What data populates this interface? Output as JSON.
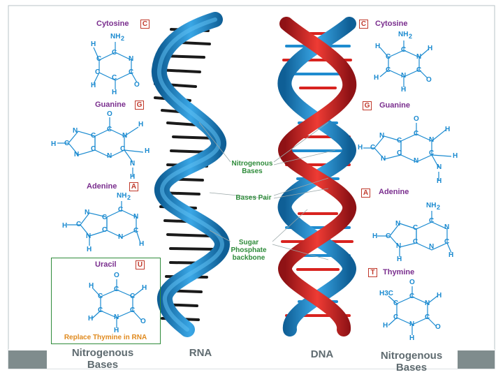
{
  "colors": {
    "blue": "#1f8ccf",
    "blue_dark": "#146da8",
    "red": "#d8231f",
    "red_dark": "#a5161a",
    "atom": "#1a8ad0",
    "purple": "#7a2e8e",
    "green": "#2e8b3a",
    "orange": "#e08a1e",
    "frame": "#7f8c8d"
  },
  "left_bases": {
    "cytosine": {
      "name": "Cytosine",
      "code": "C"
    },
    "guanine": {
      "name": "Guanine",
      "code": "G"
    },
    "adenine": {
      "name": "Adenine",
      "code": "A"
    },
    "uracil": {
      "name": "Uracil",
      "code": "U",
      "note": "Replace Thymine in RNA"
    }
  },
  "right_bases": {
    "cytosine": {
      "name": "Cytosine",
      "code": "C"
    },
    "guanine": {
      "name": "Guanine",
      "code": "G"
    },
    "adenine": {
      "name": "Adenine",
      "code": "A"
    },
    "thymine": {
      "name": "Thymine",
      "code": "T"
    }
  },
  "callouts": {
    "nitrogenous_bases": "Nitrogenous Bases",
    "bases_pair": "Bases Pair",
    "backbone": "Sugar Phosphate backbone"
  },
  "footer": {
    "left": "Nitrogenous Bases",
    "rna": "RNA",
    "dna": "DNA",
    "right": "Nitrogenous Bases"
  },
  "atoms": {
    "C": "C",
    "N": "N",
    "O": "O",
    "H": "H",
    "NH2": "NH",
    "two": "2",
    "H3C": "H3C"
  }
}
